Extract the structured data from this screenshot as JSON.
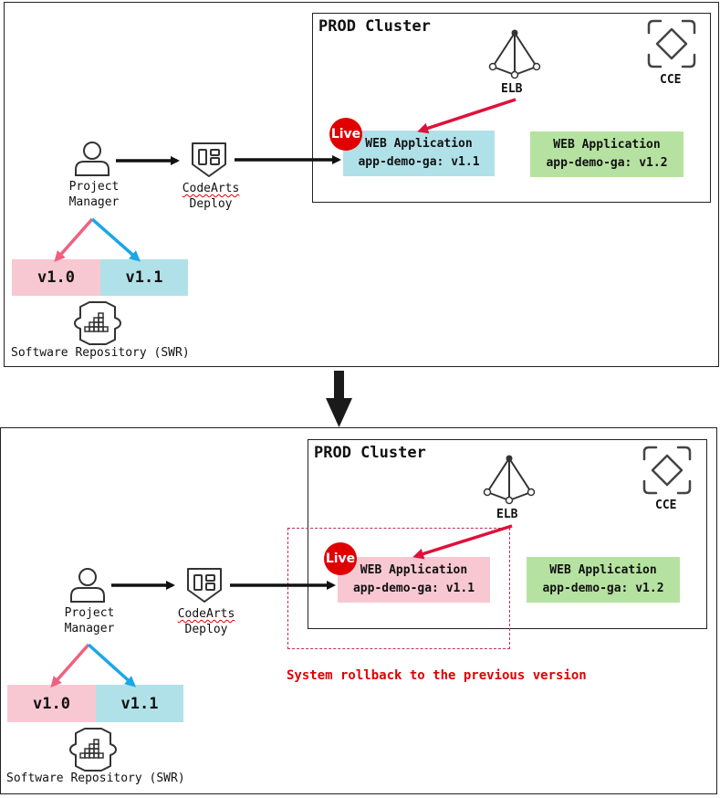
{
  "top": {
    "cluster_title": "PROD Cluster",
    "elb_label": "ELB",
    "cce_label": "CCE",
    "live_label": "Live",
    "app_live": {
      "title": "WEB Application",
      "version": "app-demo-ga: v1.1"
    },
    "app_other": {
      "title": "WEB Application",
      "version": "app-demo-ga: v1.2"
    },
    "pm_label_1": "Project",
    "pm_label_2": "Manager",
    "deploy_label_1": "CodeArts",
    "deploy_label_2": "Deploy",
    "ver_a": "v1.0",
    "ver_b": "v1.1",
    "swr_label": "Software Repository (SWR)"
  },
  "bottom": {
    "cluster_title": "PROD Cluster",
    "elb_label": "ELB",
    "cce_label": "CCE",
    "live_label": "Live",
    "app_live": {
      "title": "WEB Application",
      "version": "app-demo-ga: v1.1"
    },
    "app_other": {
      "title": "WEB Application",
      "version": "app-demo-ga: v1.2"
    },
    "pm_label_1": "Project",
    "pm_label_2": "Manager",
    "deploy_label_1": "CodeArts",
    "deploy_label_2": "Deploy",
    "ver_a": "v1.0",
    "ver_b": "v1.1",
    "swr_label": "Software Repository (SWR)",
    "rollback_text": "System rollback to the previous version"
  },
  "colors": {
    "live_red": "#e00000",
    "app_cyan": "#b0e1e9",
    "app_green": "#b6e2a1",
    "app_pink": "#f8c8d2",
    "arrow_pink": "#f0607e",
    "arrow_blue": "#1aa7e8",
    "arrow_red": "#e0103a"
  }
}
